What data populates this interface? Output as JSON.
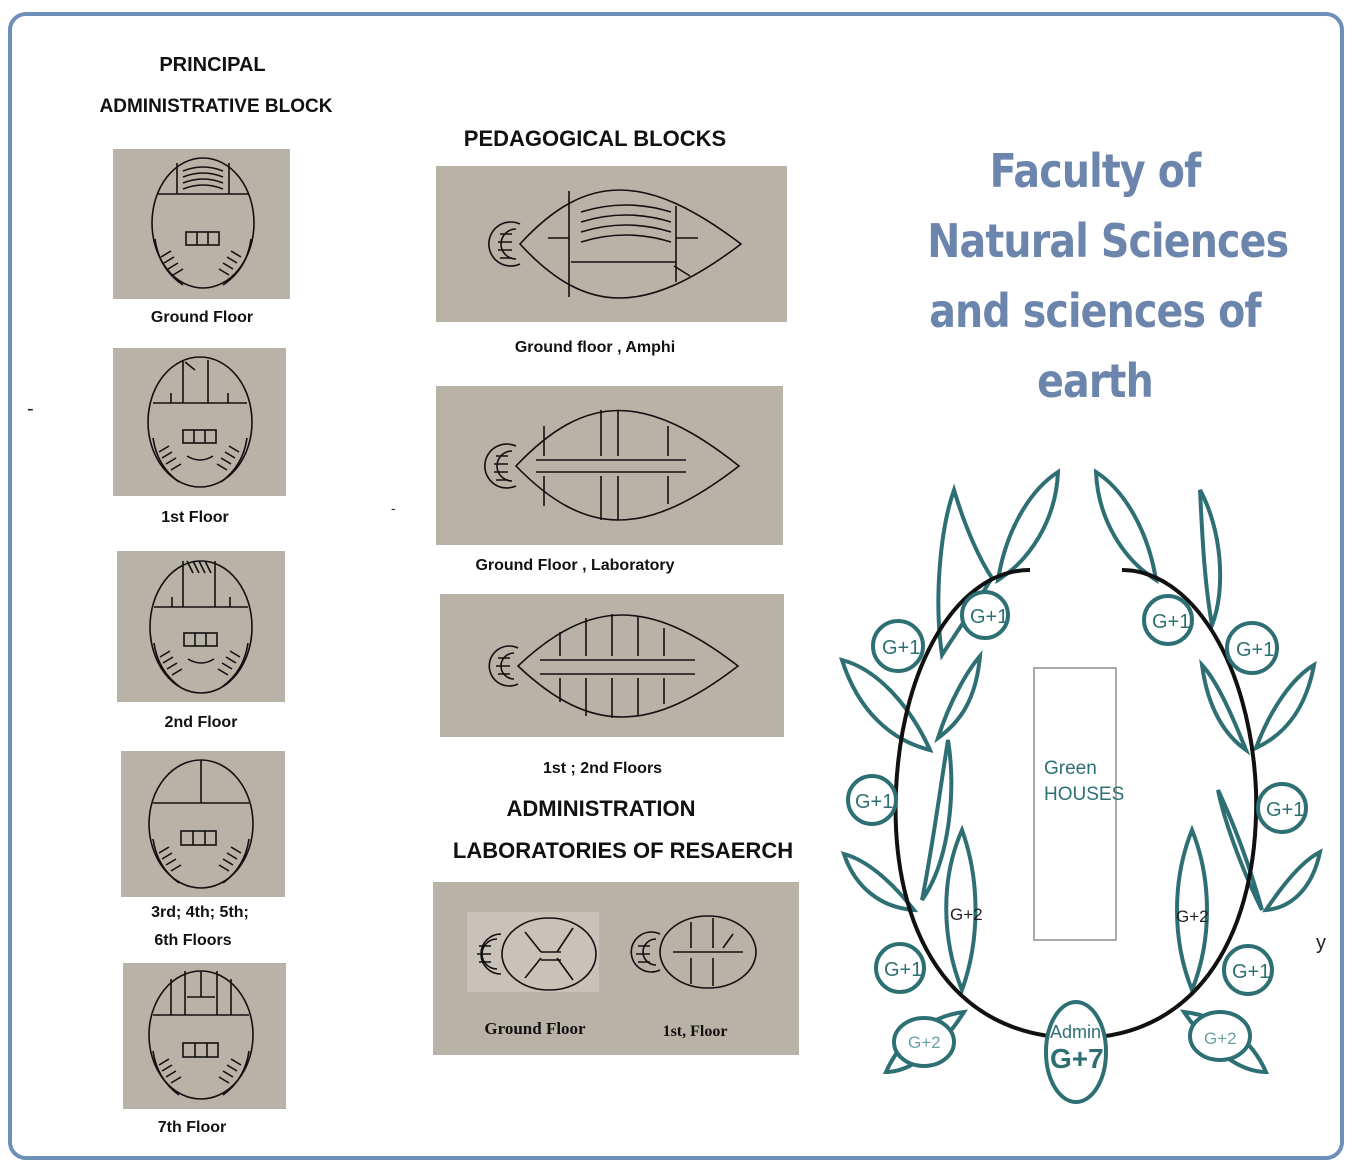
{
  "admin_block": {
    "title_line1": "PRINCIPAL",
    "title_line2": "ADMINISTRATIVE BLOCK",
    "floors": [
      "Ground Floor",
      "1st Floor",
      "2nd Floor",
      "3rd; 4th; 5th;",
      "6th Floors",
      "7th Floor"
    ]
  },
  "pedagogical": {
    "title": "PEDAGOGICAL  BLOCKS",
    "captions": [
      "Ground floor , Amphi",
      "Ground Floor , Laboratory",
      "1st ; 2nd  Floors"
    ]
  },
  "research": {
    "title_line1": "ADMINISTRATION",
    "title_line2": "LABORATORIES OF RESAERCH",
    "captions": [
      "Ground Floor",
      "1st, Floor"
    ]
  },
  "faculty_title": [
    "Faculty of",
    "Natural Sciences",
    "and sciences of",
    "earth"
  ],
  "campus": {
    "green_houses": [
      "Green",
      "HOUSES"
    ],
    "admin_label": "Admin",
    "admin_height": "G+7",
    "labels": [
      "G+1",
      "G+1",
      "G+1",
      "G+1",
      "G+1",
      "G+1",
      "G+1",
      "G+1",
      "G+2",
      "G+2",
      "G+2",
      "G+2"
    ]
  },
  "stray_marks": [
    "-",
    "-",
    "y"
  ],
  "colors": {
    "frame": "#6d8fb8",
    "title": "#6c85ad",
    "campus": "#2e6f74",
    "plan_bg": "#b9b2a6"
  }
}
